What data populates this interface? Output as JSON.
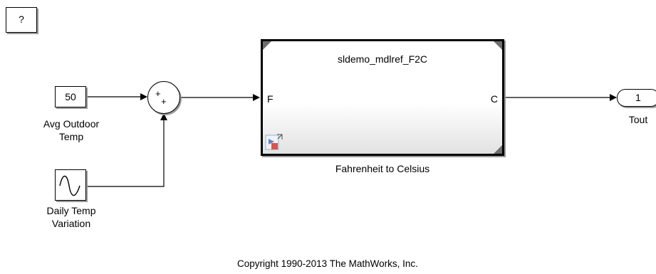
{
  "help_button": {
    "label": "?"
  },
  "constant_block": {
    "value": "50",
    "label_line1": "Avg Outdoor",
    "label_line2": "Temp"
  },
  "sine_block": {
    "label_line1": "Daily Temp",
    "label_line2": "Variation"
  },
  "sum_block": {
    "signs_top": "+",
    "signs_bottom": "+"
  },
  "model_block": {
    "model_name": "sldemo_mdlref_F2C",
    "in_port": "F",
    "out_port": "C",
    "label": "Fahrenheit to Celsius"
  },
  "outport_block": {
    "number": "1",
    "label": "Tout"
  },
  "copyright": "Copyright 1990-2013 The MathWorks, Inc."
}
